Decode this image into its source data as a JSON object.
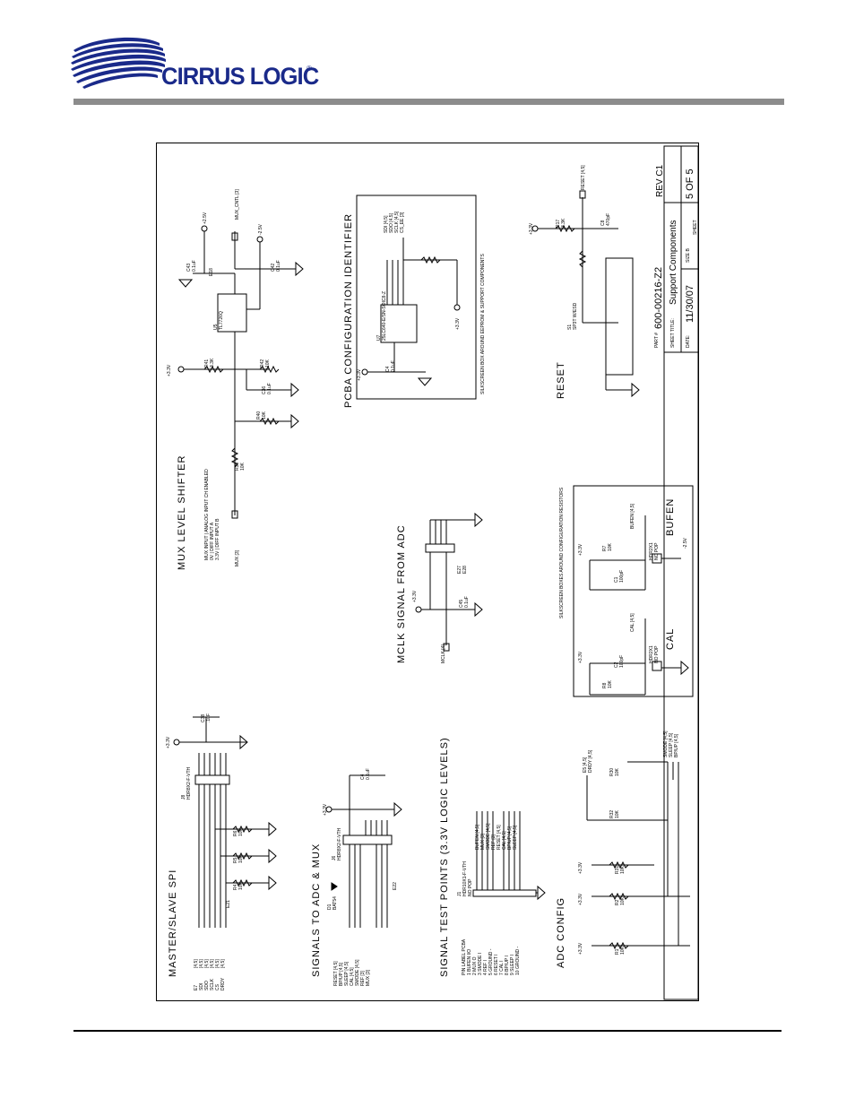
{
  "brand": {
    "name": "CIRRUS LOGIC",
    "reg_mark": "®"
  },
  "sections": {
    "master_slave_spi": "MASTER/SLAVE SPI",
    "signals_to_adc_mux": "SIGNALS TO ADC & MUX",
    "signal_test_points": "SIGNAL TEST POINTS (3.3V LOGIC LEVELS)",
    "adc_config": "ADC CONFIG",
    "mux_level_shifter": "MUX LEVEL SHIFTER",
    "mclk_signal": "MCLK SIGNAL FROM ADC",
    "pcba_config": "PCBA CONFIGURATION IDENTIFIER",
    "reset": "RESET",
    "cal": "CAL",
    "bufen": "BUFEN"
  },
  "title_block": {
    "rev": "REV C1",
    "part_label": "PART #",
    "part_number": "600-00216-Z2",
    "sheet_title_label": "SHEET TITLE:",
    "sheet_title": "Support Components",
    "date_label": "DATE:",
    "date": "11/30/07",
    "size_label": "SIZE B",
    "sheet_label": "SHEET",
    "sheet": "5 OF 5"
  },
  "annotations": {
    "mux_table": "MUX INPUT | ANALOG INPUT CH ENABLED\n0V | DIFF INPUT A\n3.3V | DIFF INPUT B",
    "pcba_note": "SILKSCREEN BOX AROUND EEPROM & SUPPORT COMPONENTS",
    "config_note": "SILKSCREEN BOXES AROUND CONFIGURATION RESISTORS",
    "test_points_table": "PIN LABEL PCBA\n1 BUFEN I/O\n2 MUX O\n3 SMODE I\n4 REF I\n5 GROUND -\n6 RESET I\n7 CAL I\n8 BP/UP I\n9 SLEEP I\n10 GROUND -"
  },
  "labels": {
    "spi_nets": "E7\nSDI\nSDO\nSCLK\nCS\nDRDY",
    "spi_refs": "[4,5]\n[4,5]\n[4,5]\n[4,5]\n[4,5]\n[4,5]",
    "j8": "J8\nHDR8X2-F-VTH",
    "j6": "J6\nHDR8X2-F-VTH",
    "j1": "J1\nHDR10X1-F-VTH\nNO POP",
    "u5": "U5\nTL7726Q",
    "u7": "U7\n25LC640-E/SN-SOIC8-Z",
    "s1": "S1\nSP3T W/ESD",
    "c38": "C38\n.1uF",
    "c42": "C42\n0.1uF",
    "c43": "C43\n0.1uF",
    "c36": "C36\n0.1uF",
    "c45": "C45\n0.1uF",
    "c8": "C8\n470pF",
    "c4": "C4\n0.1uF",
    "c1": "C1\n100pF",
    "c2": "C2\n100pF",
    "r39": "R39\n10K",
    "r40": "R40\n10K",
    "r41": "R41\n3.3K",
    "r42": "R42\n10K",
    "r4": "R4\n10K",
    "r5": "R5\n10K",
    "r6": "R6\n10K",
    "r7": "R7\n10K",
    "r8": "R8\n10K",
    "r17": "R17\n3.3K",
    "r30": "R30\n10K",
    "r31": "R31\n10K",
    "r32": "R32\n10K",
    "r1": "R1\n10K",
    "r2": "R2\n10K",
    "r3": "R3\n10K",
    "v33": "+3.3V",
    "v25p": "+2.5V",
    "v25n": "-2.5V",
    "mux_cntl": "MUX_CNTL [3]",
    "mux_in": "MUX [3]",
    "mclk": "MCLK [4]",
    "reset_net": "RESET [4,5]",
    "cal_net": "CAL [4,5]",
    "bufen_net": "BUFEN [4,5]",
    "signals_nets": "RESET [4,5]\nBP/UP [4,5]\nSLEEP [4,5]\nCAL [4,5]\nSMODE [4,5]\nREF [3]\nMUX [3]",
    "tp_nets": "BUFEN [4,5]\nMUX [3]\nSMODE [4,5]\nREF [3]\nRESET [4,5]\nCAL [4,5]\nBP/UP [4,5]\nSLEEP [4,5]",
    "cfg_nets": "E5 [4,5]\nDRDY [4,5]",
    "cfg_nets2": "SMODE [4,5]\nSLEEP [4,5]\nBP/UP [4,5]",
    "eeprom_nets": "SDI [4,5]\nSDO [4,5]\nSCLK [4,5]\nCS_EE [3]",
    "d1": "D1\nBAT54",
    "e27_e28": "E27\nE28",
    "e21": "E21",
    "e22": "E22",
    "e18": "E18",
    "hdr_cal": "HDR2X1\nNO POP",
    "hdr_bufen": "HDR2X1\nNO POP"
  },
  "colors": {
    "logo_blue": "#1a2a8a",
    "bar_gray": "#8c8c8c"
  }
}
